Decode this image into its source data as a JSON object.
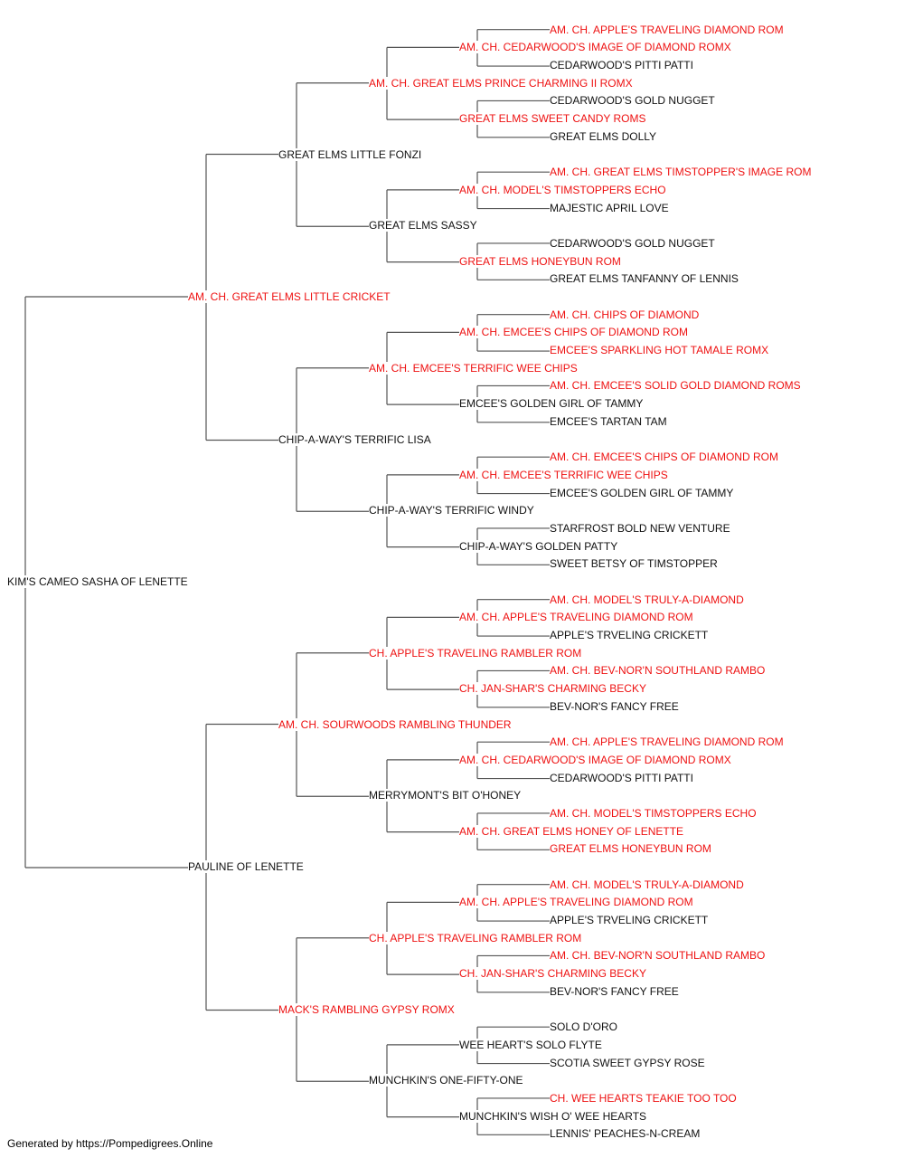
{
  "colors": {
    "champion": "#ee1111",
    "normal": "#111111",
    "line": "#555555"
  },
  "footer": "Generated by https://Pompedigrees.Online",
  "pedigree": {
    "name": "KIM'S CAMEO SASHA OF LENETTE",
    "champion": false,
    "sire": {
      "name": "AM. CH. GREAT ELMS LITTLE CRICKET",
      "champion": true,
      "sire": {
        "name": "GREAT ELMS LITTLE FONZI",
        "champion": false,
        "sire": {
          "name": "AM. CH. GREAT ELMS PRINCE CHARMING II ROMX",
          "champion": true,
          "sire": {
            "name": "AM. CH. CEDARWOOD'S IMAGE OF DIAMOND ROMX",
            "champion": true,
            "sire": {
              "name": "AM. CH. APPLE'S TRAVELING DIAMOND ROM",
              "champion": true
            },
            "dam": {
              "name": "CEDARWOOD'S PITTI PATTI",
              "champion": false
            }
          },
          "dam": {
            "name": "GREAT ELMS SWEET CANDY ROMS",
            "champion": true,
            "sire": {
              "name": "CEDARWOOD'S GOLD NUGGET",
              "champion": false
            },
            "dam": {
              "name": "GREAT ELMS DOLLY",
              "champion": false
            }
          }
        },
        "dam": {
          "name": "GREAT ELMS SASSY",
          "champion": false,
          "sire": {
            "name": "AM. CH. MODEL'S TIMSTOPPERS ECHO",
            "champion": true,
            "sire": {
              "name": "AM. CH. GREAT ELMS TIMSTOPPER'S IMAGE ROM",
              "champion": true
            },
            "dam": {
              "name": "MAJESTIC APRIL LOVE",
              "champion": false
            }
          },
          "dam": {
            "name": "GREAT ELMS HONEYBUN ROM",
            "champion": true,
            "sire": {
              "name": "CEDARWOOD'S GOLD NUGGET",
              "champion": false
            },
            "dam": {
              "name": "GREAT ELMS TANFANNY OF LENNIS",
              "champion": false
            }
          }
        }
      },
      "dam": {
        "name": "CHIP-A-WAY'S TERRIFIC LISA",
        "champion": false,
        "sire": {
          "name": "AM. CH. EMCEE'S TERRIFIC WEE CHIPS",
          "champion": true,
          "sire": {
            "name": "AM. CH. EMCEE'S CHIPS OF DIAMOND ROM",
            "champion": true,
            "sire": {
              "name": "AM. CH. CHIPS OF DIAMOND",
              "champion": true
            },
            "dam": {
              "name": "EMCEE'S SPARKLING HOT TAMALE ROMX",
              "champion": true
            }
          },
          "dam": {
            "name": "EMCEE'S GOLDEN GIRL OF TAMMY",
            "champion": false,
            "sire": {
              "name": "AM. CH. EMCEE'S SOLID GOLD DIAMOND ROMS",
              "champion": true
            },
            "dam": {
              "name": "EMCEE'S TARTAN TAM",
              "champion": false
            }
          }
        },
        "dam": {
          "name": "CHIP-A-WAY'S TERRIFIC WINDY",
          "champion": false,
          "sire": {
            "name": "AM. CH. EMCEE'S TERRIFIC WEE CHIPS",
            "champion": true,
            "sire": {
              "name": "AM. CH. EMCEE'S CHIPS OF DIAMOND ROM",
              "champion": true
            },
            "dam": {
              "name": "EMCEE'S GOLDEN GIRL OF TAMMY",
              "champion": false
            }
          },
          "dam": {
            "name": "CHIP-A-WAY'S GOLDEN PATTY",
            "champion": false,
            "sire": {
              "name": "STARFROST BOLD NEW VENTURE",
              "champion": false
            },
            "dam": {
              "name": "SWEET BETSY OF TIMSTOPPER",
              "champion": false
            }
          }
        }
      }
    },
    "dam": {
      "name": "PAULINE OF LENETTE",
      "champion": false,
      "sire": {
        "name": "AM. CH. SOURWOODS RAMBLING THUNDER",
        "champion": true,
        "sire": {
          "name": "CH. APPLE'S TRAVELING RAMBLER ROM",
          "champion": true,
          "sire": {
            "name": "AM. CH. APPLE'S TRAVELING DIAMOND ROM",
            "champion": true,
            "sire": {
              "name": "AM. CH. MODEL'S TRULY-A-DIAMOND",
              "champion": true
            },
            "dam": {
              "name": "APPLE'S TRVELING CRICKETT",
              "champion": false
            }
          },
          "dam": {
            "name": "CH. JAN-SHAR'S CHARMING BECKY",
            "champion": true,
            "sire": {
              "name": "AM. CH. BEV-NOR'N SOUTHLAND RAMBO",
              "champion": true
            },
            "dam": {
              "name": "BEV-NOR'S FANCY FREE",
              "champion": false
            }
          }
        },
        "dam": {
          "name": "MERRYMONT'S BIT O'HONEY",
          "champion": false,
          "sire": {
            "name": "AM. CH. CEDARWOOD'S IMAGE OF DIAMOND ROMX",
            "champion": true,
            "sire": {
              "name": "AM. CH. APPLE'S TRAVELING DIAMOND ROM",
              "champion": true
            },
            "dam": {
              "name": "CEDARWOOD'S PITTI PATTI",
              "champion": false
            }
          },
          "dam": {
            "name": "AM. CH. GREAT ELMS HONEY OF LENETTE",
            "champion": true,
            "sire": {
              "name": "AM. CH. MODEL'S TIMSTOPPERS ECHO",
              "champion": true
            },
            "dam": {
              "name": "GREAT ELMS HONEYBUN ROM",
              "champion": true
            }
          }
        }
      },
      "dam": {
        "name": "MACK'S RAMBLING GYPSY ROMX",
        "champion": true,
        "sire": {
          "name": "CH. APPLE'S TRAVELING RAMBLER ROM",
          "champion": true,
          "sire": {
            "name": "AM. CH. APPLE'S TRAVELING DIAMOND ROM",
            "champion": true,
            "sire": {
              "name": "AM. CH. MODEL'S TRULY-A-DIAMOND",
              "champion": true
            },
            "dam": {
              "name": "APPLE'S TRVELING CRICKETT",
              "champion": false
            }
          },
          "dam": {
            "name": "CH. JAN-SHAR'S CHARMING BECKY",
            "champion": true,
            "sire": {
              "name": "AM. CH. BEV-NOR'N SOUTHLAND RAMBO",
              "champion": true
            },
            "dam": {
              "name": "BEV-NOR'S FANCY FREE",
              "champion": false
            }
          }
        },
        "dam": {
          "name": "MUNCHKIN'S ONE-FIFTY-ONE",
          "champion": false,
          "sire": {
            "name": "WEE HEART'S SOLO FLYTE",
            "champion": false,
            "sire": {
              "name": "SOLO D'ORO",
              "champion": false
            },
            "dam": {
              "name": "SCOTIA SWEET GYPSY ROSE",
              "champion": false
            }
          },
          "dam": {
            "name": "MUNCHKIN'S WISH O' WEE HEARTS",
            "champion": false,
            "sire": {
              "name": "CH. WEE HEARTS TEAKIE TOO TOO",
              "champion": true
            },
            "dam": {
              "name": "LENNIS' PEACHES-N-CREAM",
              "champion": false
            }
          }
        }
      }
    }
  }
}
